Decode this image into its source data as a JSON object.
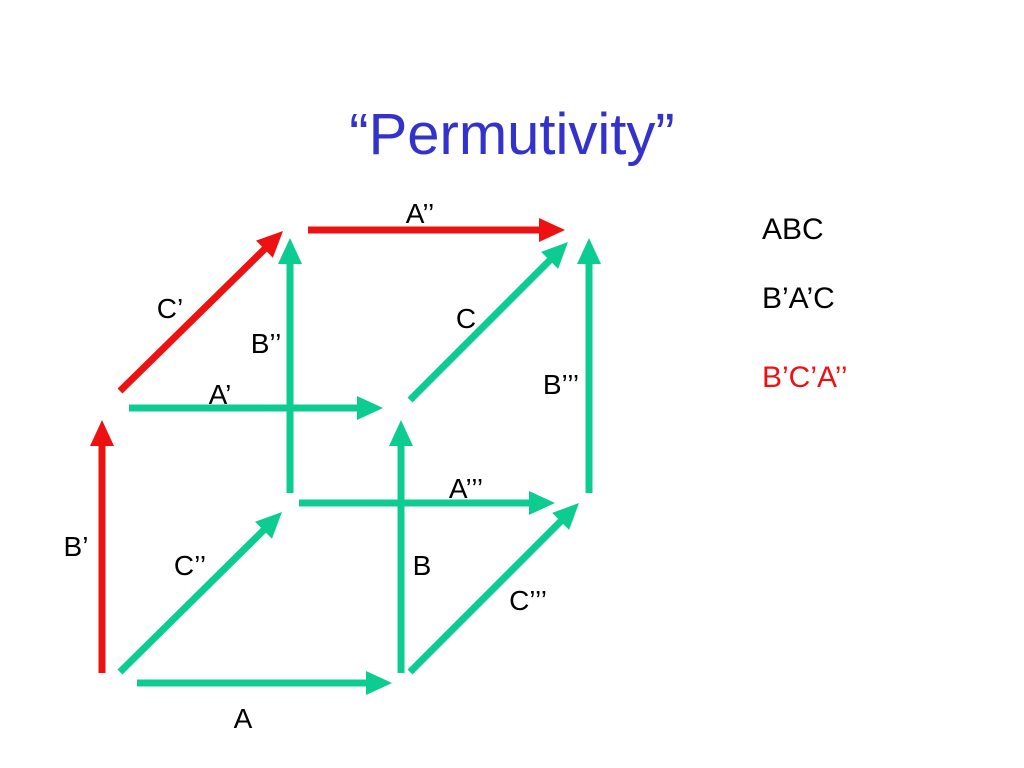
{
  "title": "“Permutivity”",
  "colors": {
    "title": "#3333cc",
    "teal": "#0ccc92",
    "red": "#ee1111",
    "text": "#000000",
    "highlight_sequence": "#ee1111"
  },
  "edges": [
    {
      "label": "A",
      "color": "teal"
    },
    {
      "label": "B",
      "color": "teal"
    },
    {
      "label": "C",
      "color": "teal"
    },
    {
      "label": "A’",
      "color": "teal"
    },
    {
      "label": "B’",
      "color": "red"
    },
    {
      "label": "C’",
      "color": "red"
    },
    {
      "label": "A’’",
      "color": "red"
    },
    {
      "label": "B’’",
      "color": "teal"
    },
    {
      "label": "C’’",
      "color": "teal"
    },
    {
      "label": "A’’’",
      "color": "teal"
    },
    {
      "label": "B’’’",
      "color": "teal"
    },
    {
      "label": "C’’’",
      "color": "teal"
    }
  ],
  "sequences": [
    {
      "text": "ABC",
      "color": "text"
    },
    {
      "text": "B’A’C",
      "color": "text"
    },
    {
      "text": "B’C’A’’",
      "color": "highlight_sequence"
    }
  ]
}
